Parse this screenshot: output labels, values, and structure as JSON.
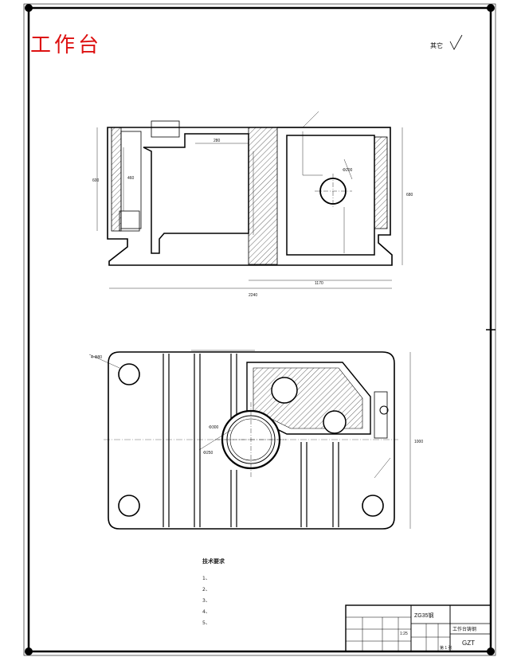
{
  "drawing": {
    "title": "工作台",
    "roughness_note": "其它",
    "tech_notes_heading": "技术要求",
    "tech_notes": [
      "1、",
      "2、",
      "3、",
      "4、",
      "5、"
    ],
    "title_block": {
      "material": "ZG35钢",
      "part_name": "工作台铸钢",
      "drawing_no": "GZT",
      "scale": "1:25",
      "sheet_info": "第 1 张"
    },
    "dimensions": {
      "front_overall_width": "2240",
      "front_right_width": "1170",
      "front_height_right": "680",
      "front_height_left": "600",
      "front_inner_height": "460",
      "front_inner_top": "280",
      "front_hole": "Φ200",
      "top_overall_height": "1000",
      "top_corner_hole": "4-Φ80",
      "top_large_bore": "Φ300",
      "top_bore_inner": "Φ250"
    }
  }
}
